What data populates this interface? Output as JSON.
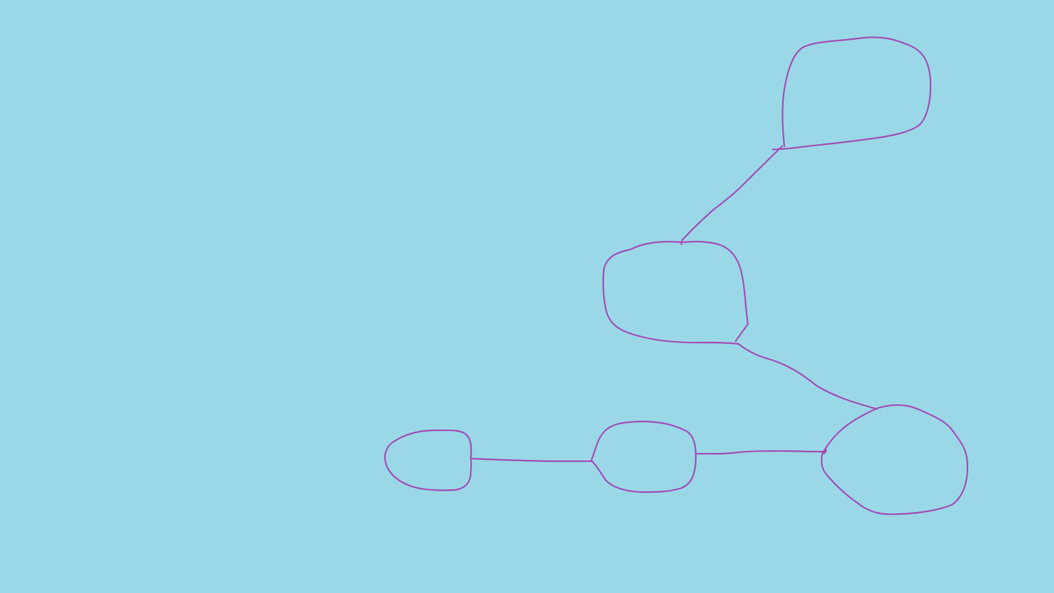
{
  "canvas": {
    "background_color": "#9AD8E8",
    "stroke_color": "#A44AB4"
  },
  "diagram": {
    "nodes": [
      {
        "id": "node-top-right",
        "label": ""
      },
      {
        "id": "node-middle",
        "label": ""
      },
      {
        "id": "node-bottom-right",
        "label": ""
      },
      {
        "id": "node-bottom-center",
        "label": ""
      },
      {
        "id": "node-bottom-left",
        "label": ""
      }
    ],
    "edges": [
      {
        "from": "node-top-right",
        "to": "node-middle"
      },
      {
        "from": "node-middle",
        "to": "node-bottom-right"
      },
      {
        "from": "node-bottom-right",
        "to": "node-bottom-center"
      },
      {
        "from": "node-bottom-center",
        "to": "node-bottom-left"
      }
    ]
  }
}
